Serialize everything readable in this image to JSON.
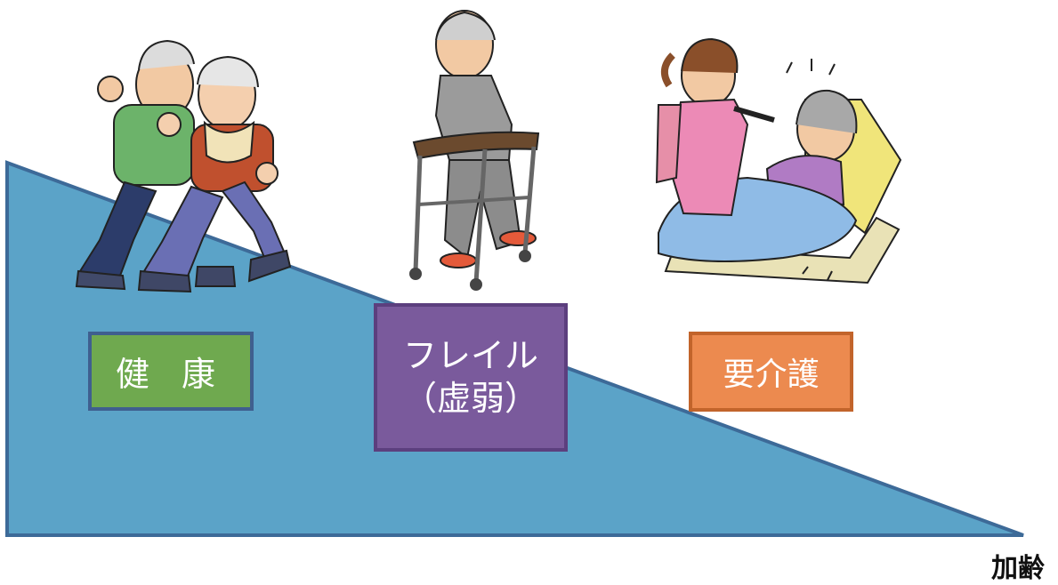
{
  "stages": {
    "health": "健 康",
    "frail_line1": "フレイル",
    "frail_line2": "（虚弱）",
    "care": "要介護"
  },
  "axis": {
    "label": "加齢"
  },
  "colors": {
    "slope": "#5ba3c8",
    "slope_border": "#3d6a98",
    "health": "#6fa94f",
    "frail": "#7a5a9c",
    "care": "#ec8a4f"
  },
  "icons": [
    "walking-elderly-couple-icon",
    "elderly-man-walker-icon",
    "caregiver-bedridden-woman-icon"
  ]
}
